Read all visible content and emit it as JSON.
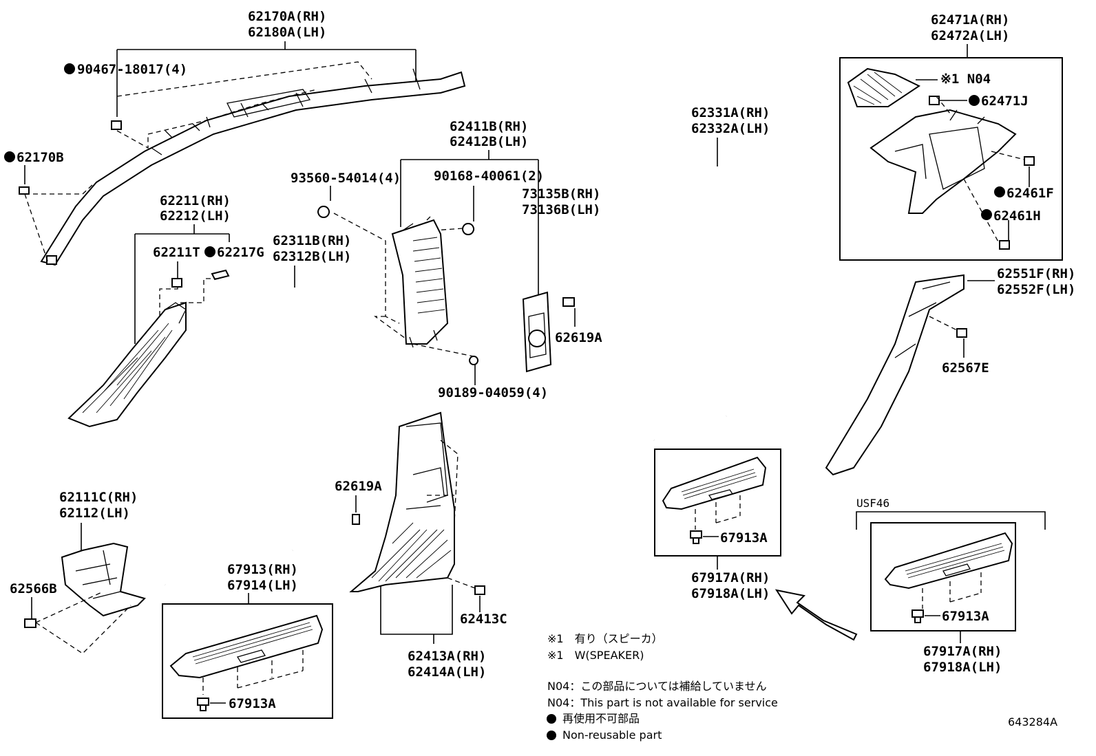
{
  "labels": {
    "l62170A": "62170A(RH)",
    "l62180A": "62180A(LH)",
    "l90467": "90467-18017(4)",
    "l62170B": "62170B",
    "l62211": "62211(RH)",
    "l62212": "62212(LH)",
    "l62211T": "62211T",
    "l62217G": "62217G",
    "l62311B": "62311B(RH)",
    "l62312B": "62312B(LH)",
    "l93560": "93560-54014(4)",
    "l62411B": "62411B(RH)",
    "l62412B": "62412B(LH)",
    "l90168": "90168-40061(2)",
    "l73135B": "73135B(RH)",
    "l73136B": "73136B(LH)",
    "l62619A_1": "62619A",
    "l90189": "90189-04059(4)",
    "l62331A": "62331A(RH)",
    "l62332A": "62332A(LH)",
    "l62471A": "62471A(RH)",
    "l62472A": "62472A(LH)",
    "lN04": "※1 N04",
    "l62471J": "62471J",
    "l62461F": "62461F",
    "l62461H": "62461H",
    "l62551F": "62551F(RH)",
    "l62552F": "62552F(LH)",
    "l62567E": "62567E",
    "l62111C": "62111C(RH)",
    "l62112": "62112(LH)",
    "l62566B": "62566B",
    "l62619A_2": "62619A",
    "l62413C": "62413C",
    "l62413A": "62413A(RH)",
    "l62414A": "62414A(LH)",
    "l67913": "67913(RH)",
    "l67914": "67914(LH)",
    "l67913A_1": "67913A",
    "l67913A_2": "67913A",
    "l67913A_3": "67913A",
    "l67917A_1": "67917A(RH)",
    "l67918A_1": "67918A(LH)",
    "l67917A_2": "67917A(RH)",
    "l67918A_2": "67918A(LH)",
    "lUSF46": "USF46"
  },
  "notes": {
    "speaker_jp": "※1　有り（スピーカ）",
    "speaker_en": "※1　W(SPEAKER)",
    "n04_jp": "N04：この部品については補給していません",
    "n04_en": "N04：This part is not available for service",
    "nonreusable_jp": "再使用不可部品",
    "nonreusable_en": "Non-reusable part"
  },
  "diagram_id": "643284A"
}
